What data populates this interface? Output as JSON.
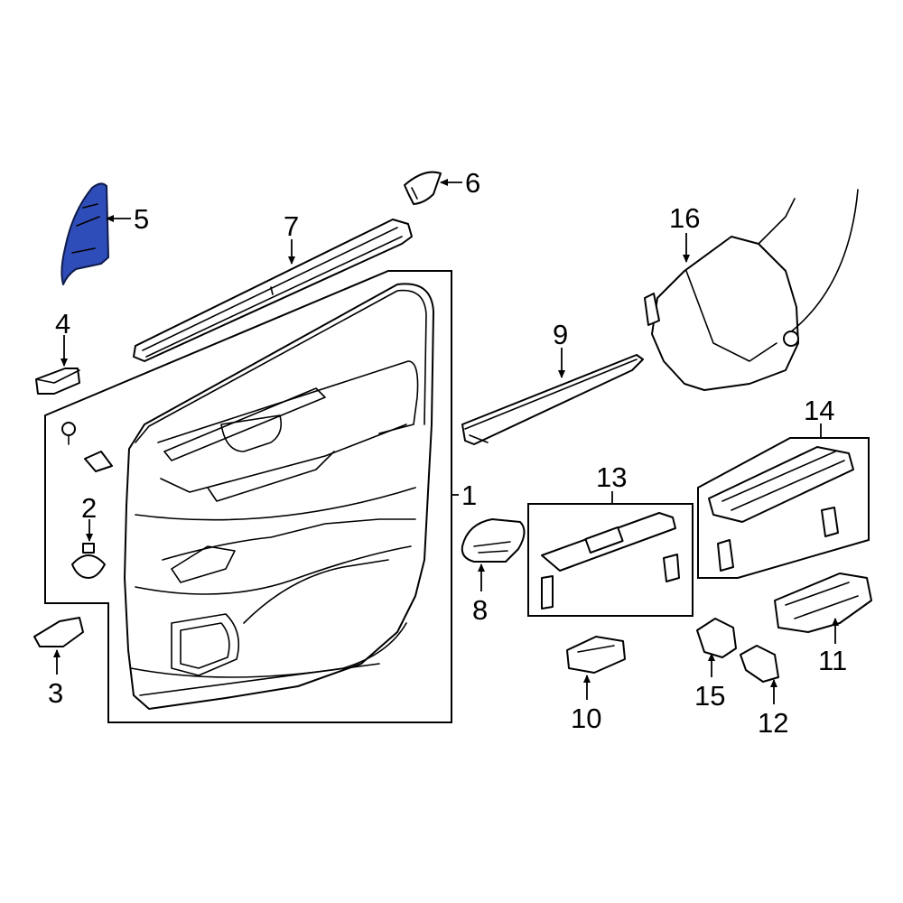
{
  "diagram": {
    "highlight_color": "#2f4db8",
    "callouts": [
      {
        "id": "1",
        "label": "1"
      },
      {
        "id": "2",
        "label": "2"
      },
      {
        "id": "3",
        "label": "3"
      },
      {
        "id": "4",
        "label": "4"
      },
      {
        "id": "5",
        "label": "5",
        "highlighted": true
      },
      {
        "id": "6",
        "label": "6"
      },
      {
        "id": "7",
        "label": "7"
      },
      {
        "id": "8",
        "label": "8"
      },
      {
        "id": "9",
        "label": "9"
      },
      {
        "id": "10",
        "label": "10"
      },
      {
        "id": "11",
        "label": "11"
      },
      {
        "id": "12",
        "label": "12"
      },
      {
        "id": "13",
        "label": "13"
      },
      {
        "id": "14",
        "label": "14"
      },
      {
        "id": "15",
        "label": "15"
      },
      {
        "id": "16",
        "label": "16"
      }
    ]
  }
}
